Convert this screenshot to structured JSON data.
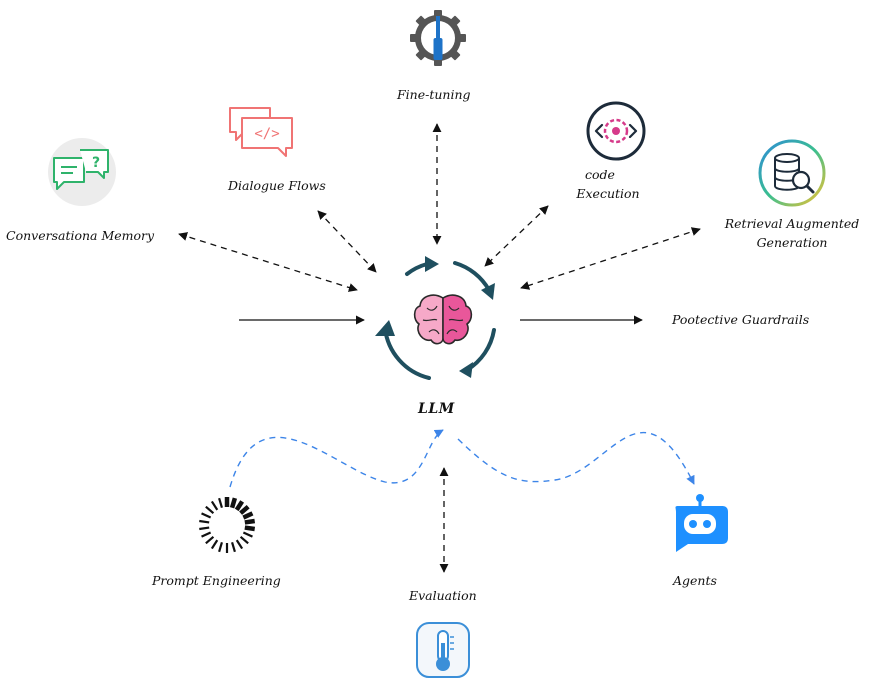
{
  "center": {
    "label": "LLM"
  },
  "nodes": {
    "fine_tuning": "Fine-tuning",
    "dialogue_flows": "Dialogue Flows",
    "code_execution_line1": "code",
    "code_execution_line2": "Execution",
    "conversational_memory": "Conversationa Memory",
    "rag_line1": "Retrieval Augmented",
    "rag_line2": "Generation",
    "guardrails": "Pootective Guardrails",
    "prompt_engineering": "Prompt Engineering",
    "evaluation": "Evaluation",
    "agents": "Agents"
  },
  "colors": {
    "arrow": "#111111",
    "flow_blue": "#3d85e8",
    "cycle_teal": "#1f4f5f",
    "brain_pink": "#e9579a",
    "gear_gray": "#555555",
    "screwdriver_blue": "#1e73c8",
    "dialogue_red": "#f07474",
    "memory_green": "#2fb36b",
    "code_pink": "#d63a8a",
    "agent_blue": "#1e90ff",
    "thermo_blue": "#3b8fd8"
  }
}
